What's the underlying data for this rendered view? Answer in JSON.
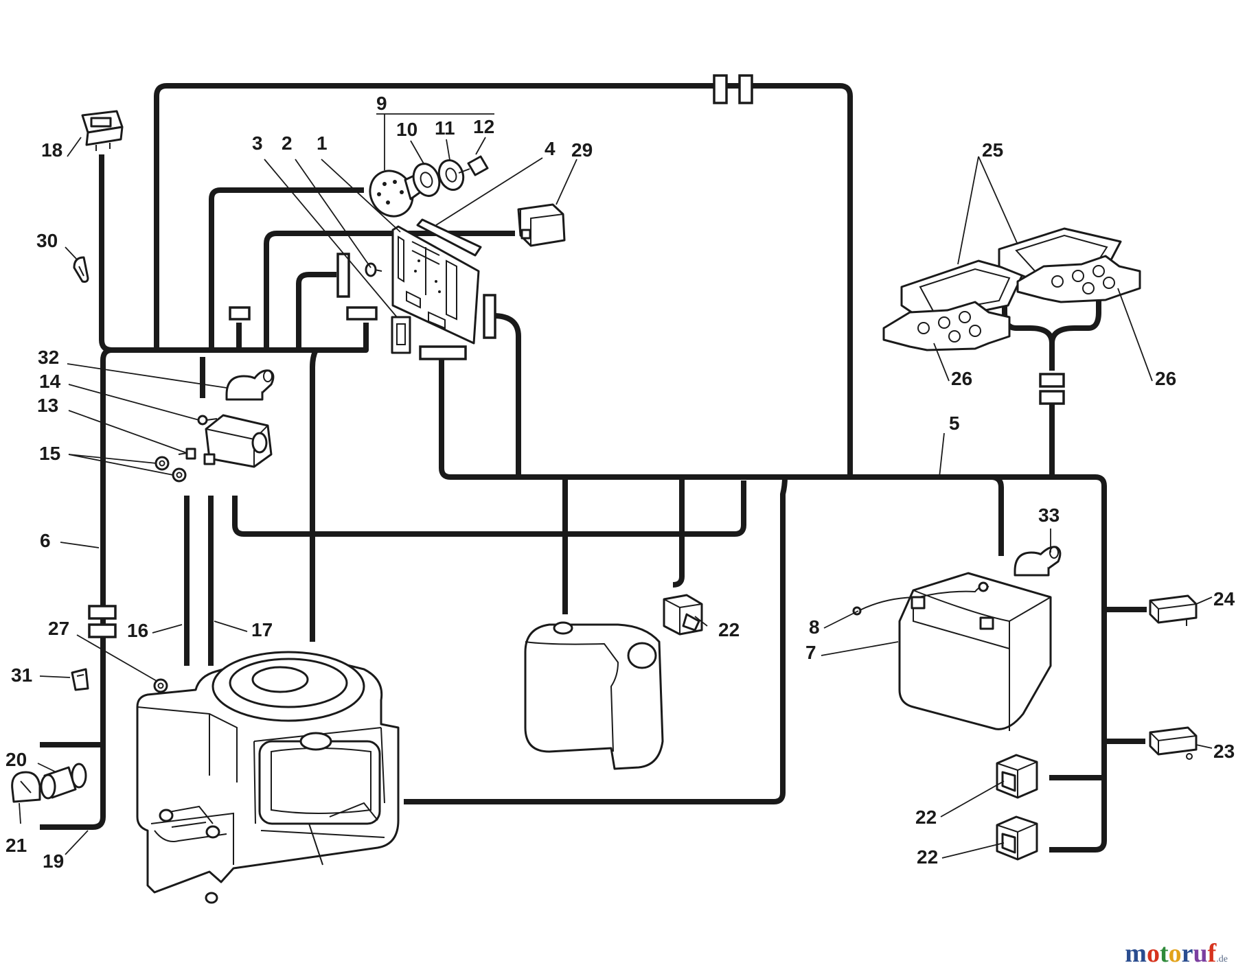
{
  "diagram": {
    "labels": {
      "l1": "1",
      "l2": "2",
      "l3": "3",
      "l4": "4",
      "l5": "5",
      "l6": "6",
      "l7": "7",
      "l8": "8",
      "l9": "9",
      "l10": "10",
      "l11": "11",
      "l12": "12",
      "l13": "13",
      "l14": "14",
      "l15": "15",
      "l16": "16",
      "l17": "17",
      "l18": "18",
      "l19": "19",
      "l20": "20",
      "l21": "21",
      "l22a": "22",
      "l22b": "22",
      "l22c": "22",
      "l23": "23",
      "l24": "24",
      "l25": "25",
      "l26a": "26",
      "l26b": "26",
      "l27": "27",
      "l29": "29",
      "l30": "30",
      "l31": "31",
      "l32": "32",
      "l33": "33"
    }
  },
  "watermark": {
    "m1": "m",
    "o1": "o",
    "t": "t",
    "o2": "o",
    "r": "r",
    "u": "u",
    "f": "f",
    "suffix": ".de",
    "colors": [
      "#2a4d8f",
      "#d6331e",
      "#2f8a3a",
      "#e2a21a",
      "#2a4d8f",
      "#7b3fa0",
      "#d6331e"
    ]
  }
}
